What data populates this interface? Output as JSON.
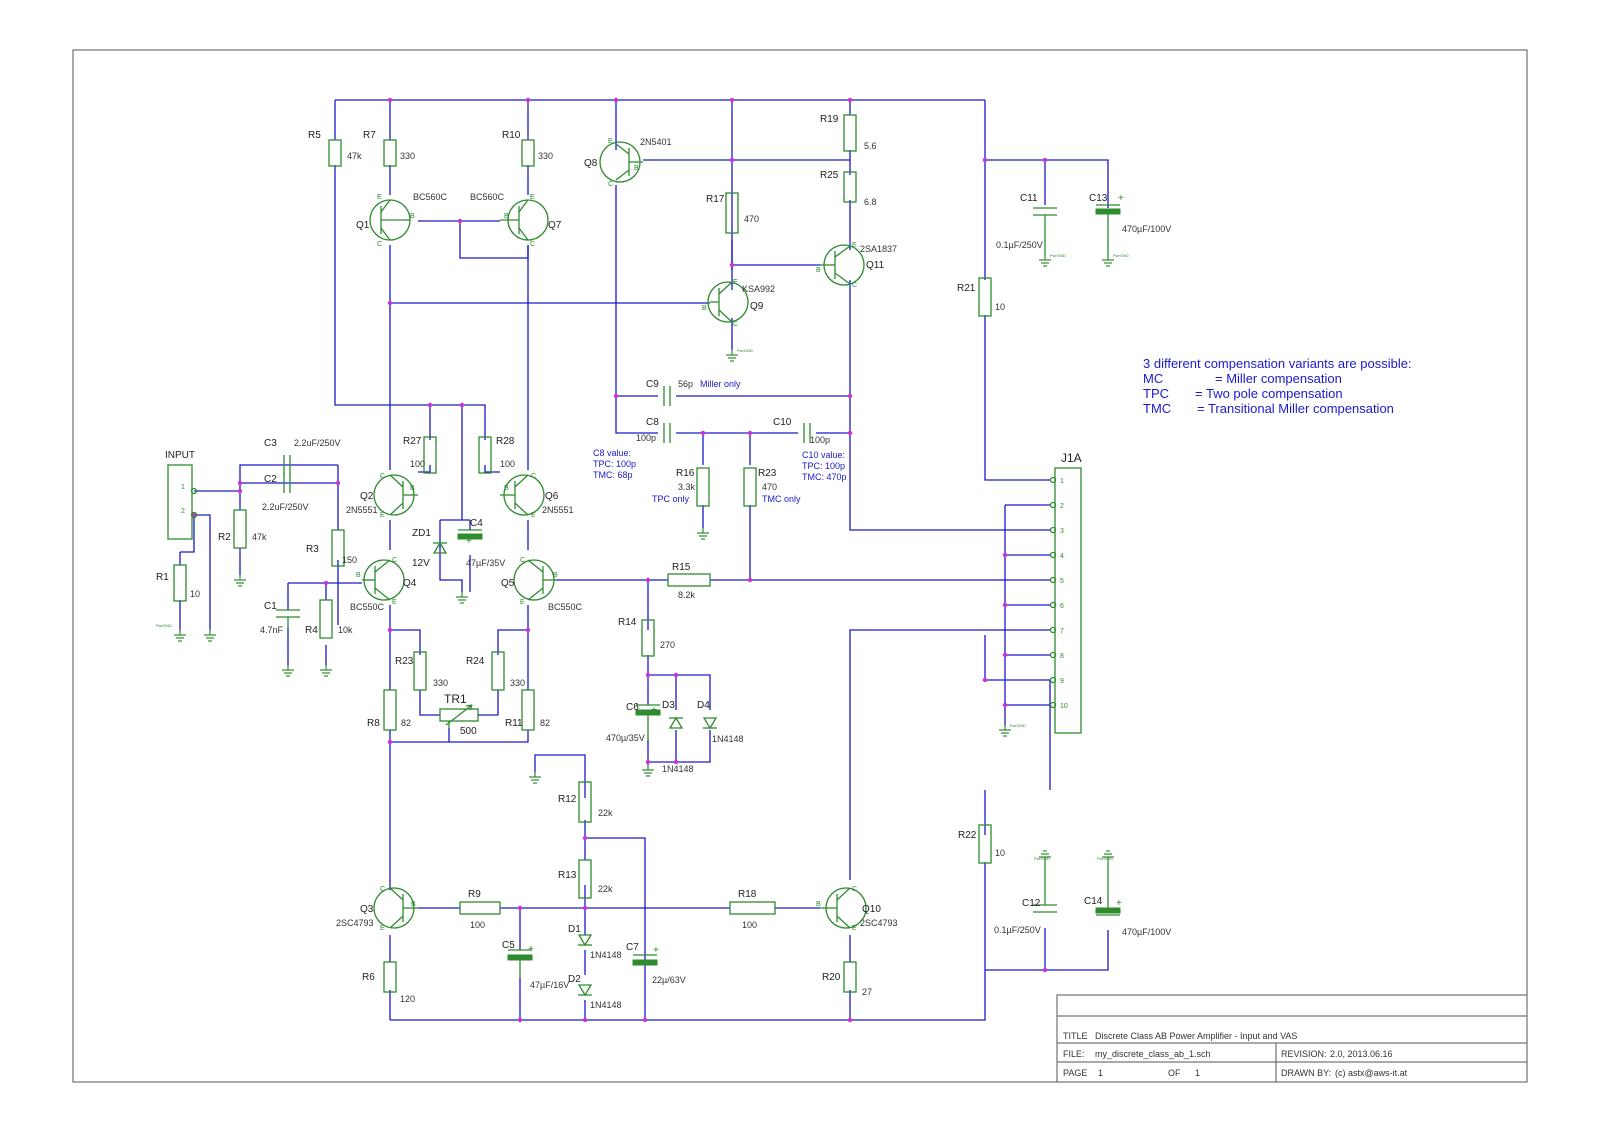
{
  "schematic": {
    "input_connector": {
      "label": "INPUT",
      "pins": [
        "1",
        "2"
      ]
    },
    "transistors": [
      {
        "ref": "Q1",
        "part": "BC560C"
      },
      {
        "ref": "Q7",
        "part": "BC560C"
      },
      {
        "ref": "Q8",
        "part": "2N5401"
      },
      {
        "ref": "Q9",
        "part": "KSA992"
      },
      {
        "ref": "Q11",
        "part": "2SA1837"
      },
      {
        "ref": "Q2",
        "part": "2N5551"
      },
      {
        "ref": "Q6",
        "part": "2N5551"
      },
      {
        "ref": "Q4",
        "part": "BC550C"
      },
      {
        "ref": "Q5",
        "part": "BC550C"
      },
      {
        "ref": "Q3",
        "part": "2SC4793"
      },
      {
        "ref": "Q10",
        "part": "2SC4793"
      }
    ],
    "pin_letters": {
      "e": "E",
      "b": "B",
      "c": "C"
    },
    "resistors": [
      {
        "ref": "R5",
        "value": "47k"
      },
      {
        "ref": "R7",
        "value": "330"
      },
      {
        "ref": "R10",
        "value": "330"
      },
      {
        "ref": "R19",
        "value": "5.6"
      },
      {
        "ref": "R25",
        "value": "6.8"
      },
      {
        "ref": "R17",
        "value": "470"
      },
      {
        "ref": "R21",
        "value": "10"
      },
      {
        "ref": "R27",
        "value": "100"
      },
      {
        "ref": "R28",
        "value": "100"
      },
      {
        "ref": "R16",
        "value": "3.3k"
      },
      {
        "ref": "R23",
        "value": "470"
      },
      {
        "ref": "R2",
        "value": "47k"
      },
      {
        "ref": "R3",
        "value": "150"
      },
      {
        "ref": "R1",
        "value": "10"
      },
      {
        "ref": "R4",
        "value": "10k"
      },
      {
        "ref": "R15",
        "value": "8.2k"
      },
      {
        "ref": "R14",
        "value": "270"
      },
      {
        "ref": "R23",
        "value": "330"
      },
      {
        "ref": "R24",
        "value": "330"
      },
      {
        "ref": "R8",
        "value": "82"
      },
      {
        "ref": "R11",
        "value": "82"
      },
      {
        "ref": "R12",
        "value": "22k"
      },
      {
        "ref": "R13",
        "value": "22k"
      },
      {
        "ref": "R9",
        "value": "100"
      },
      {
        "ref": "R18",
        "value": "100"
      },
      {
        "ref": "R6",
        "value": "120"
      },
      {
        "ref": "R20",
        "value": "27"
      },
      {
        "ref": "R22",
        "value": "10"
      }
    ],
    "capacitors": [
      {
        "ref": "C9",
        "value": "56p"
      },
      {
        "ref": "C8",
        "value": "100p"
      },
      {
        "ref": "C10",
        "value": "100p"
      },
      {
        "ref": "C11",
        "value": "0.1µF/250V"
      },
      {
        "ref": "C13",
        "value": "470µF/100V"
      },
      {
        "ref": "C3",
        "value": "2.2uF/250V"
      },
      {
        "ref": "C2",
        "value": "2.2uF/250V"
      },
      {
        "ref": "C4",
        "value": "47µF/35V"
      },
      {
        "ref": "C1",
        "value": "4.7nF"
      },
      {
        "ref": "C6",
        "value": "470µ/35V"
      },
      {
        "ref": "C5",
        "value": "47µF/16V"
      },
      {
        "ref": "C7",
        "value": "22µ/63V"
      },
      {
        "ref": "C12",
        "value": "0.1µF/250V"
      },
      {
        "ref": "C14",
        "value": "470µF/100V"
      }
    ],
    "diodes": [
      {
        "ref": "ZD1",
        "value": "12V"
      },
      {
        "ref": "D3",
        "value": "1N4148"
      },
      {
        "ref": "D4",
        "value": "1N4148"
      },
      {
        "ref": "D1",
        "value": "1N4148"
      },
      {
        "ref": "D2",
        "value": "1N4148"
      }
    ],
    "trimmer": {
      "ref": "TR1",
      "value": "500"
    },
    "connector_j1a": {
      "ref": "J1A",
      "pins": [
        "1",
        "2",
        "3",
        "4",
        "5",
        "6",
        "7",
        "8",
        "9",
        "10"
      ]
    },
    "ground_label": "PwrGND",
    "notes": {
      "c9_note": "Miller only",
      "c8_note": [
        "C8 value:",
        "TPC: 100p",
        "TMC: 68p"
      ],
      "c10_note": [
        "C10 value:",
        "TPC: 100p",
        "TMC: 470p"
      ],
      "r16_note": "TPC only",
      "r23_note": "TMC only"
    },
    "compensation": {
      "heading": "3 different compensation variants are possible:",
      "rows": [
        {
          "abbr": "MC",
          "desc": "= Miller compensation"
        },
        {
          "abbr": "TPC",
          "desc": "= Two pole compensation"
        },
        {
          "abbr": "TMC",
          "desc": "= Transitional Miller compensation"
        }
      ]
    }
  },
  "title_block": {
    "title_label": "TITLE",
    "title": "Discrete Class AB Power Amplifier - Input and VAS",
    "file_label": "FILE:",
    "file": "my_discrete_class_ab_1.sch",
    "revision_label": "REVISION:",
    "revision": "2.0, 2013.06.16",
    "page_label": "PAGE",
    "page": "1",
    "of_label": "OF",
    "of": "1",
    "drawn_label": "DRAWN BY:",
    "drawn": "(c) astx@aws-it.at"
  }
}
